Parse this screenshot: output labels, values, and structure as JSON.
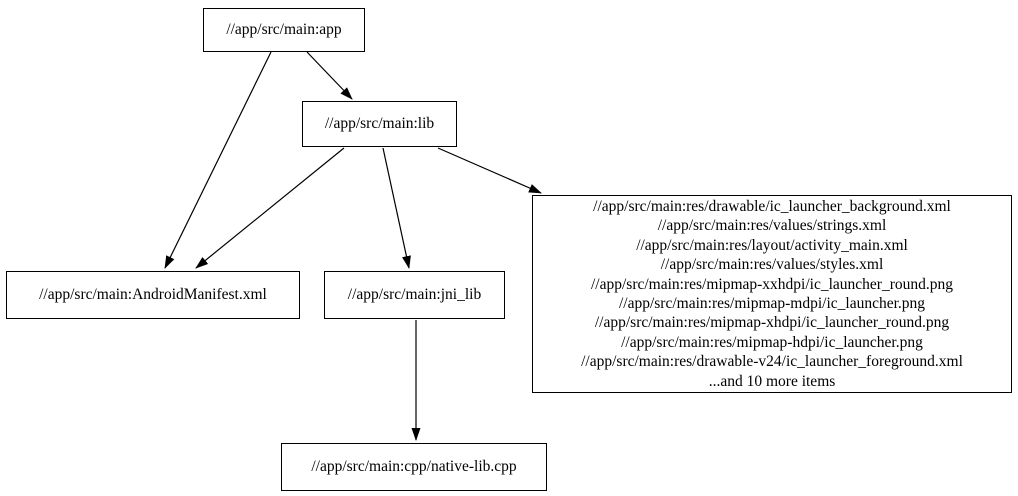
{
  "diagram": {
    "type": "dependency-graph",
    "colors": {
      "background": "#ffffff",
      "node_fill": "#ffffff",
      "node_border": "#000000",
      "edge": "#000000",
      "text": "#000000"
    },
    "nodes": {
      "app": {
        "label": "//app/src/main:app"
      },
      "lib": {
        "label": "//app/src/main:lib"
      },
      "manifest": {
        "label": "//app/src/main:AndroidManifest.xml"
      },
      "jni_lib": {
        "label": "//app/src/main:jni_lib"
      },
      "native_lib": {
        "label": "//app/src/main:cpp/native-lib.cpp"
      },
      "resources": {
        "lines": [
          "//app/src/main:res/drawable/ic_launcher_background.xml",
          "//app/src/main:res/values/strings.xml",
          "//app/src/main:res/layout/activity_main.xml",
          "//app/src/main:res/values/styles.xml",
          "//app/src/main:res/mipmap-xxhdpi/ic_launcher_round.png",
          "//app/src/main:res/mipmap-mdpi/ic_launcher.png",
          "//app/src/main:res/mipmap-xhdpi/ic_launcher_round.png",
          "//app/src/main:res/mipmap-hdpi/ic_launcher.png",
          "//app/src/main:res/drawable-v24/ic_launcher_foreground.xml",
          "...and 10 more items"
        ]
      }
    },
    "edges": [
      {
        "from": "app",
        "to": "lib"
      },
      {
        "from": "app",
        "to": "manifest"
      },
      {
        "from": "lib",
        "to": "manifest"
      },
      {
        "from": "lib",
        "to": "jni_lib"
      },
      {
        "from": "lib",
        "to": "resources"
      },
      {
        "from": "jni_lib",
        "to": "native_lib"
      }
    ]
  }
}
